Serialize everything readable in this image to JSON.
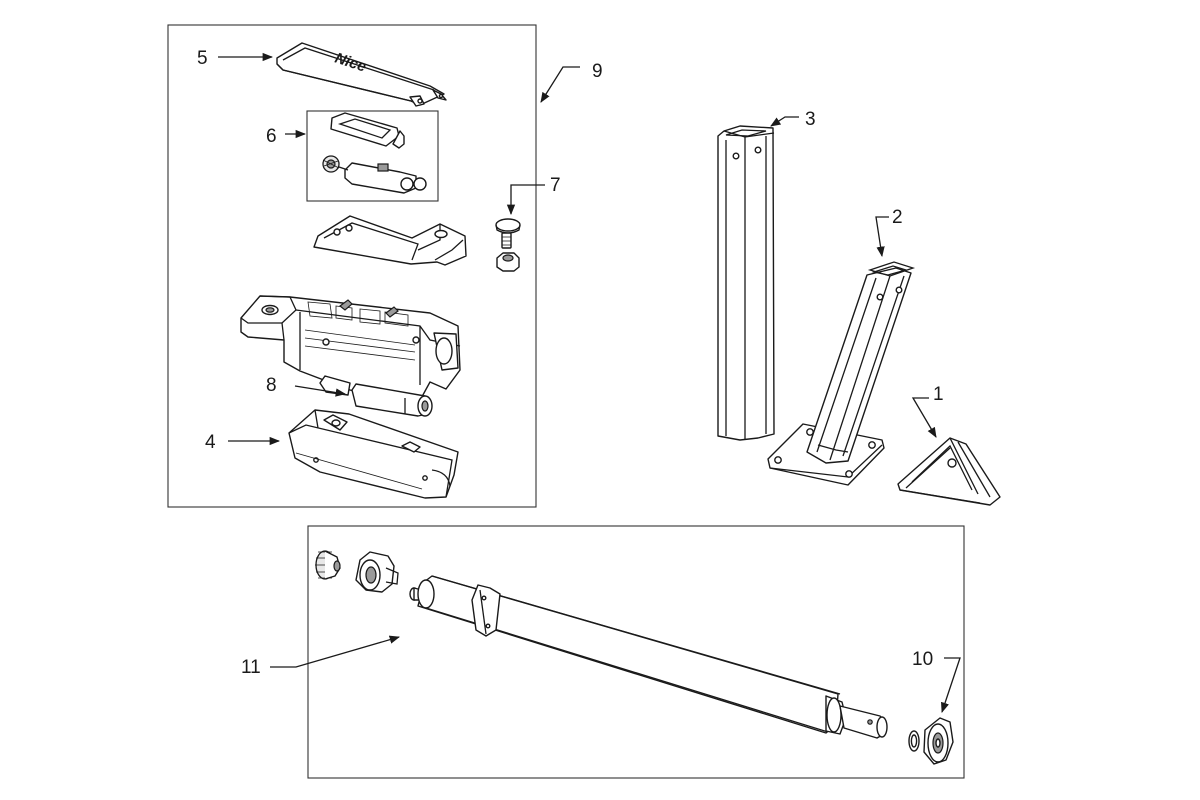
{
  "diagram": {
    "callouts": {
      "c1": "1",
      "c2": "2",
      "c3": "3",
      "c4": "4",
      "c5": "5",
      "c6": "6",
      "c7": "7",
      "c8": "8",
      "c9": "9",
      "c10": "10",
      "c11": "11"
    },
    "cover_brand": "Nice"
  }
}
